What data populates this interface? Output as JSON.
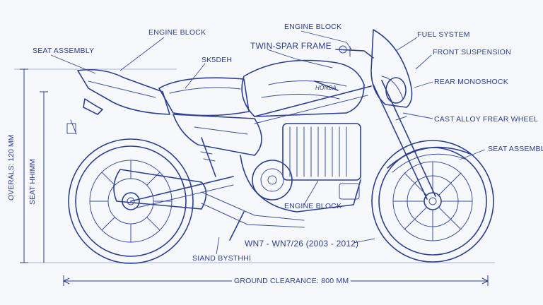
{
  "labels": {
    "engine_block_top_left": "ENGINE BLOCK",
    "engine_block_top_center": "ENGINE BLOCK",
    "seat_assembly_left": "SEAT ASSEMBLY",
    "sketch": "SK5DEH",
    "twin_spar_frame": "TWIN-SPAR FRAME",
    "fuel_system": "FUEL SYSTEM",
    "front_suspension": "FRONT SUSPENSION",
    "rear_monoshock": "REAR MONOSHOCK",
    "cast_alloy_wheel": "CAST ALLOY FREAR WHEEL",
    "seat_assembly_right": "SEAT ASSEMBLY",
    "engine_block_lower": "ENGINE BLOCK",
    "model_years": "WN7 - WN7/26 (2003 - 2012)",
    "stand_system": "SIAND BYSTHHI"
  },
  "dimensions": {
    "overall": "OVERALS: 120 MM",
    "seat_height": "SEAT HHIMM",
    "ground_clearance": "GROUND CLEARANCE: 800 MM"
  },
  "brand_badge": "HONDA",
  "colors": {
    "ink": "#2a3f8f",
    "paper": "#f7f8fb"
  }
}
